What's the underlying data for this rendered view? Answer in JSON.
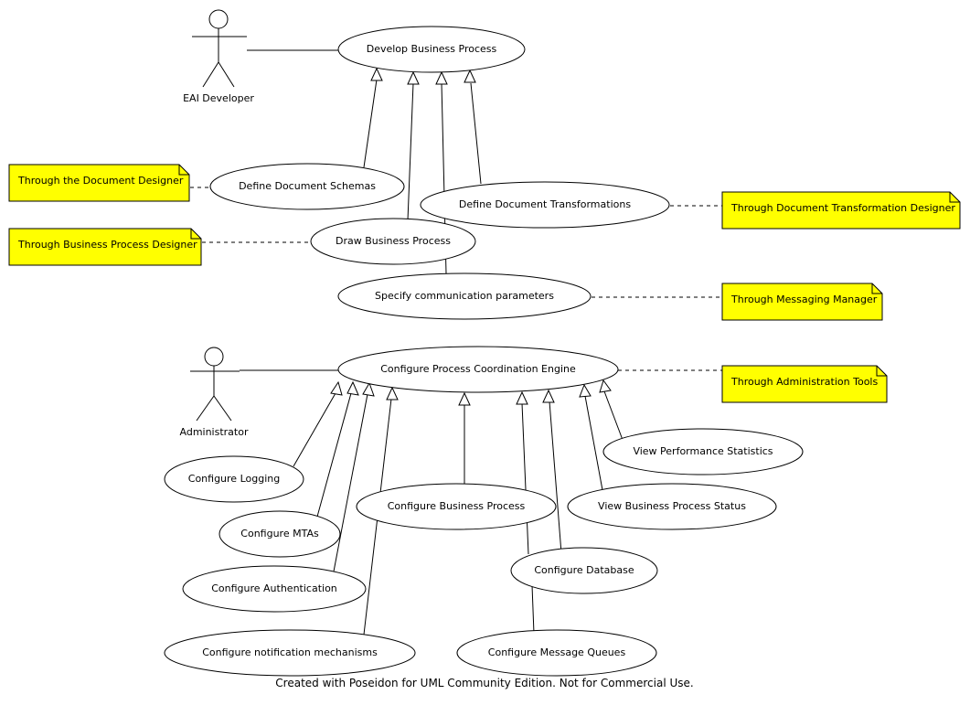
{
  "actors": {
    "eai_developer": "EAI Developer",
    "administrator": "Administrator"
  },
  "use_cases": {
    "develop_business_process": "Develop Business Process",
    "define_document_schemas": "Define Document Schemas",
    "define_document_transformations": "Define Document Transformations",
    "draw_business_process": "Draw Business Process",
    "specify_communication_parameters": "Specify communication parameters",
    "configure_process_coordination_engine": "Configure Process Coordination Engine",
    "view_performance_statistics": "View Performance Statistics",
    "configure_logging": "Configure Logging",
    "configure_business_process": "Configure Business Process",
    "view_business_process_status": "View Business Process Status",
    "configure_mtas": "Configure MTAs",
    "configure_database": "Configure Database",
    "configure_authentication": "Configure Authentication",
    "configure_notification_mechanisms": "Configure notification mechanisms",
    "configure_message_queues": "Configure Message Queues"
  },
  "notes": {
    "document_designer": "Through the Document Designer",
    "business_process_designer": "Through Business Process Designer",
    "document_transformation_designer": "Through Document Transformation Designer",
    "messaging_manager": "Through Messaging Manager",
    "administration_tools": "Through Administration Tools"
  },
  "footer": "Created with Poseidon for UML Community Edition. Not for Commercial Use.",
  "colors": {
    "note_fill": "#ffff00",
    "line": "#000000",
    "background": "#ffffff"
  }
}
